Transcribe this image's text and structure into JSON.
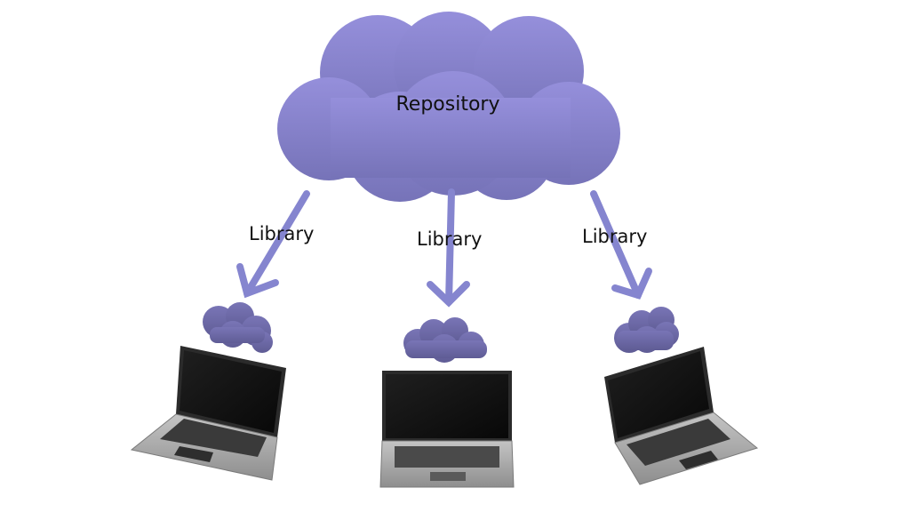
{
  "diagram": {
    "repository_label": "Repository",
    "arrows": [
      {
        "label": "Library"
      },
      {
        "label": "Library"
      },
      {
        "label": "Library"
      }
    ],
    "clients": [
      {
        "icon": "laptop-icon"
      },
      {
        "icon": "laptop-icon"
      },
      {
        "icon": "laptop-icon"
      }
    ]
  },
  "colors": {
    "cloud_top": "#958fdb",
    "cloud_bottom": "#7673b8",
    "arrow": "#8585cf",
    "small_cloud": "#6b68a6",
    "laptop_screen": "#141414",
    "laptop_body": "#a6a6a6"
  }
}
